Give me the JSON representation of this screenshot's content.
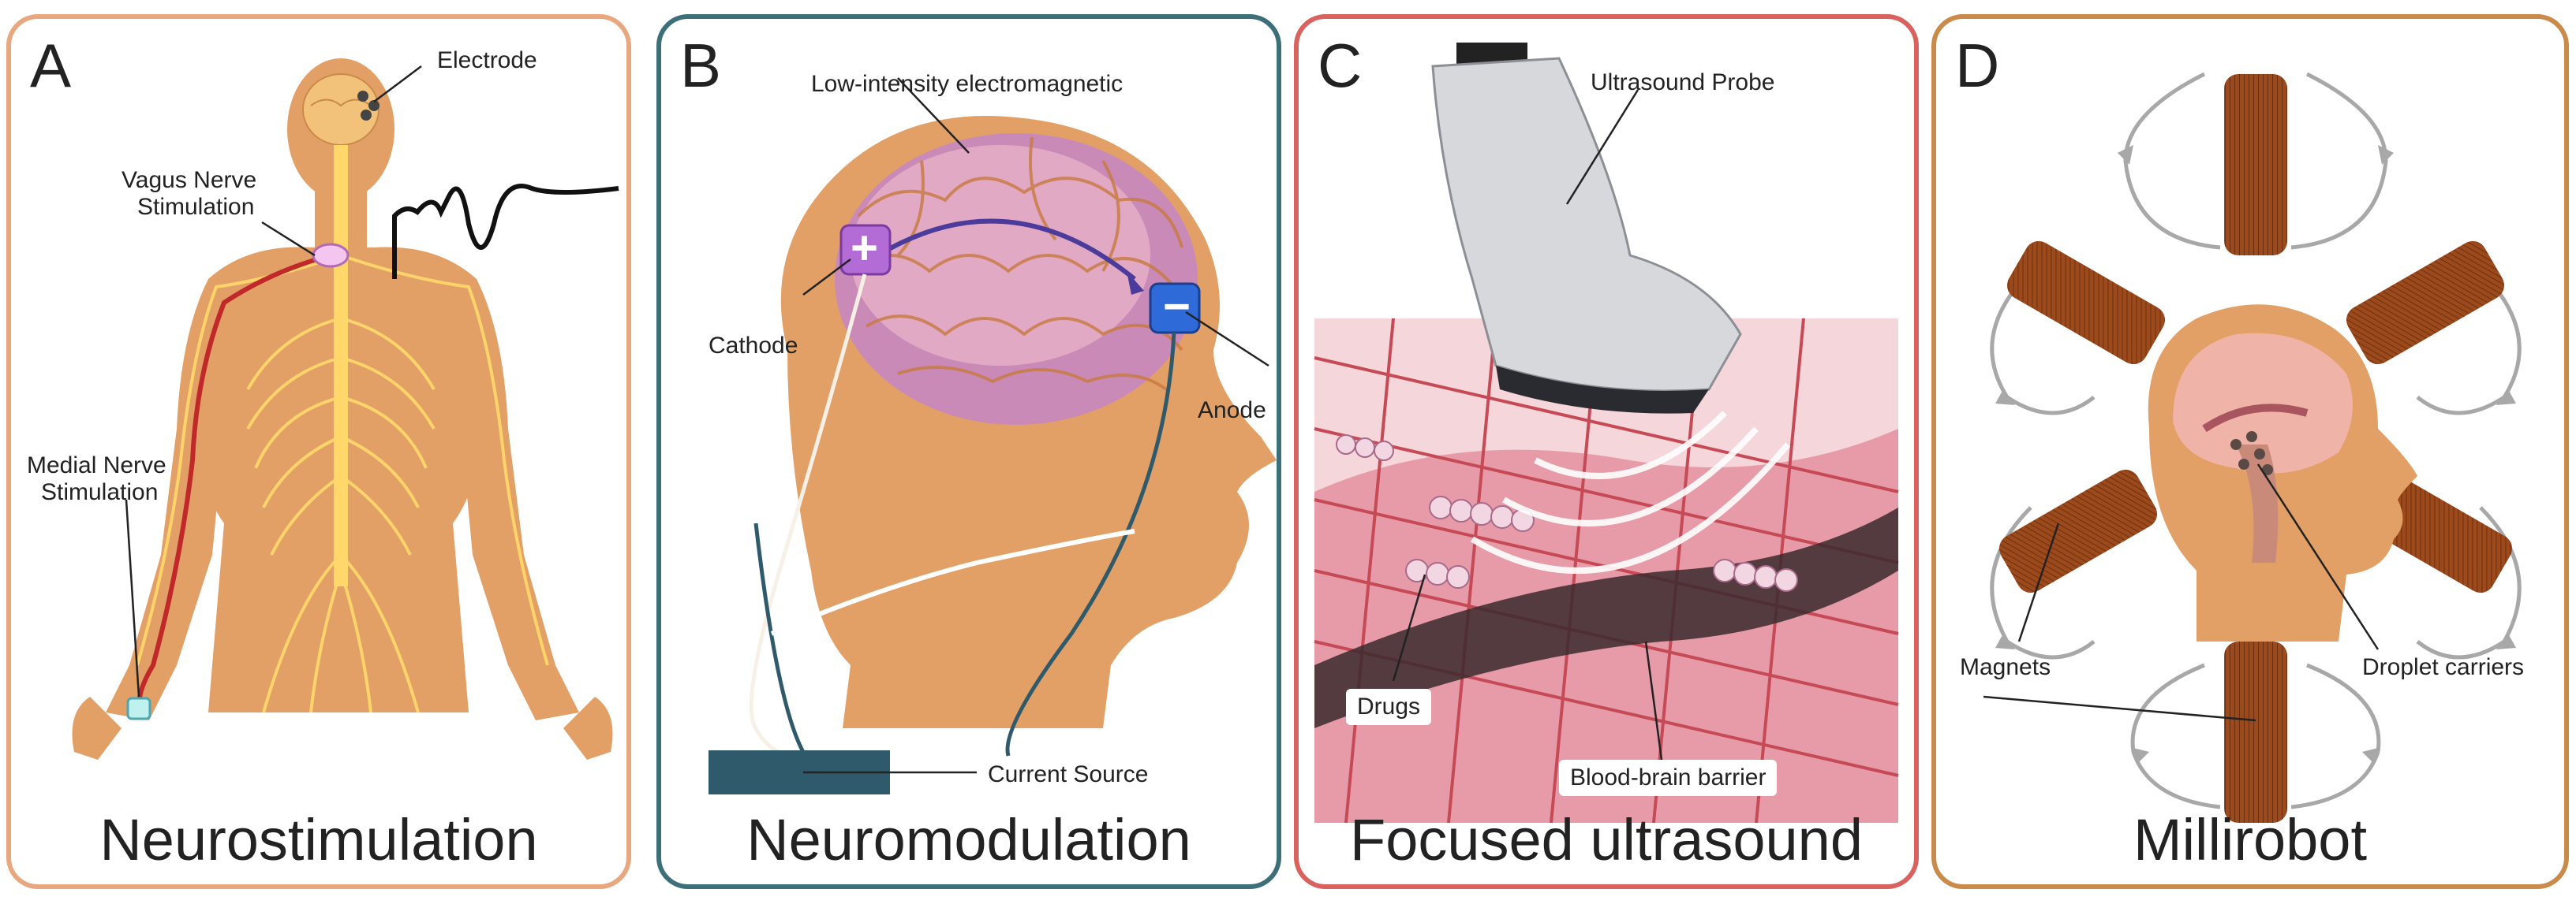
{
  "colors": {
    "panel_a_border": "#e8a77f",
    "panel_b_border": "#3d6f7a",
    "panel_c_border": "#d9625f",
    "panel_d_border": "#c98a4a",
    "skin": "#e3a066",
    "nerve": "#ffd76a",
    "coil": "#9c4a1c"
  },
  "panels": [
    {
      "letter": "A",
      "title": "Neurostimulation",
      "labels": {
        "electrode": "Electrode",
        "vagus_line1": "Vagus Nerve",
        "vagus_line2": "Stimulation",
        "medial_line1": "Medial Nerve",
        "medial_line2": "Stimulation"
      }
    },
    {
      "letter": "B",
      "title": "Neuromodulation",
      "labels": {
        "electromagnetic": "Low-intensity electromagnetic",
        "cathode": "Cathode",
        "anode": "Anode",
        "current_source": "Current Source",
        "plus": "+",
        "minus": "−"
      }
    },
    {
      "letter": "C",
      "title": "Focused ultrasound",
      "labels": {
        "probe": "Ultrasound Probe",
        "drugs": "Drugs",
        "bbb": "Blood-brain barrier"
      }
    },
    {
      "letter": "D",
      "title": "Millirobot",
      "labels": {
        "magnets": "Magnets",
        "droplets": "Droplet carriers"
      }
    }
  ]
}
